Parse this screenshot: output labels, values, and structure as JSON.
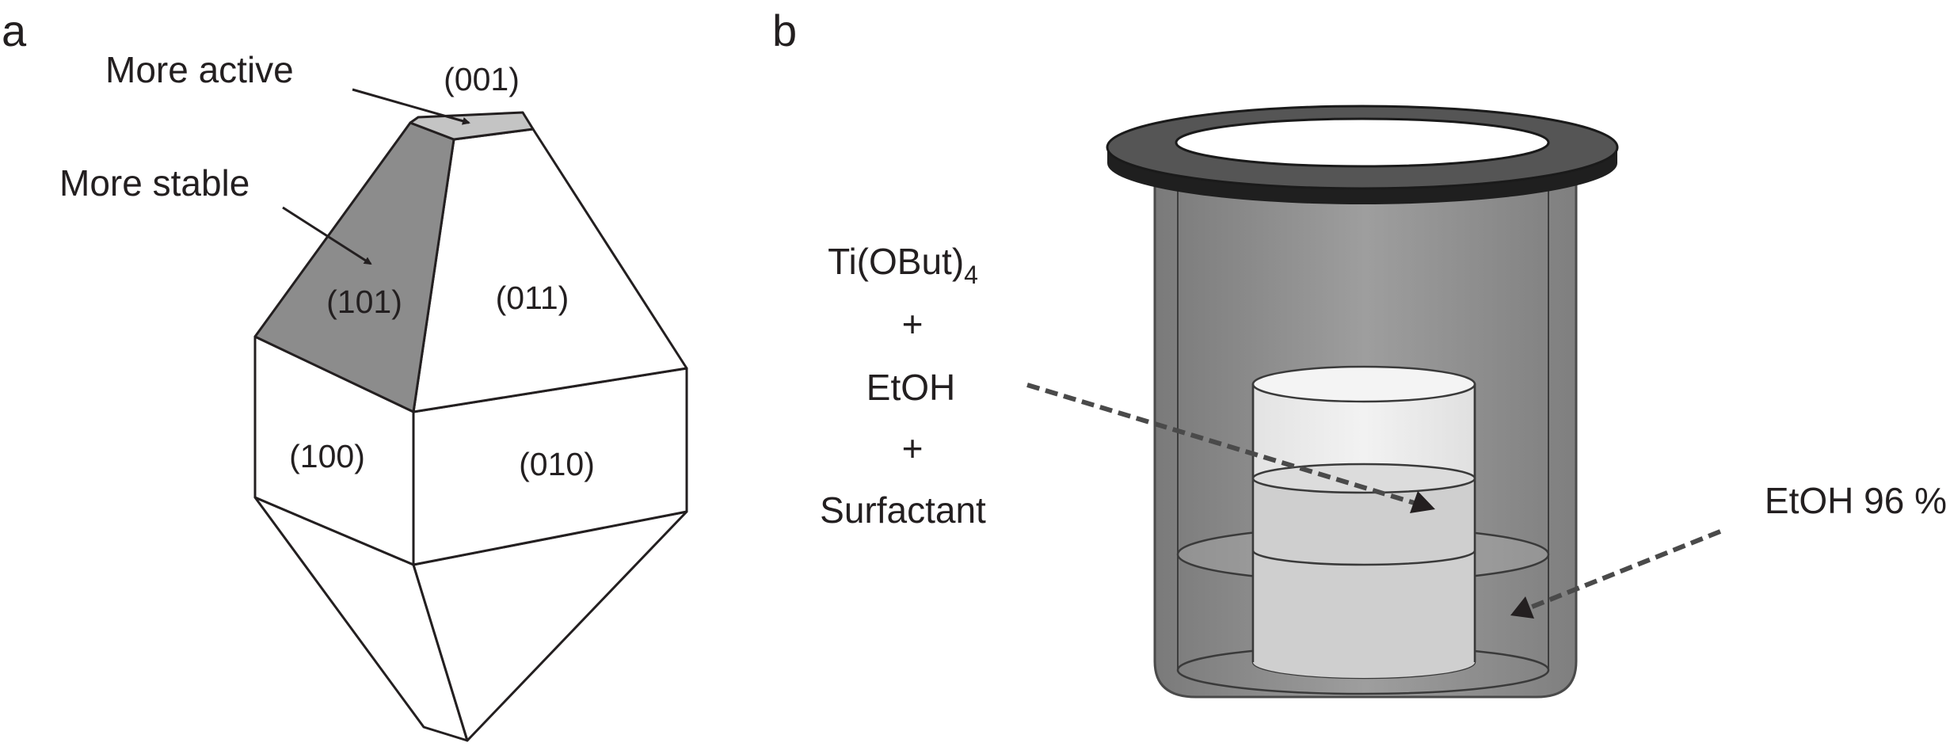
{
  "panel_a": {
    "label": "a",
    "annotations": {
      "active": "More active",
      "stable": "More stable"
    },
    "faces": {
      "f001": "(001)",
      "f101": "(101)",
      "f011": "(011)",
      "f100": "(100)",
      "f010": "(010)"
    },
    "colors": {
      "shaded_face": "#8c8c8c",
      "top_face": "#c4c4c4",
      "outline": "#231f20"
    }
  },
  "panel_b": {
    "label": "b",
    "reactants": {
      "precursor": "Ti(OBut)",
      "precursor_subscript": "4",
      "plus_1": "+",
      "solvent": "EtOH",
      "plus_2": "+",
      "additive": "Surfactant"
    },
    "outer_liquid": "EtOH 96 %",
    "colors": {
      "vessel": "#8a8a8a",
      "lid": "#3a3a3a",
      "inner_liquid": "#cfcfcf"
    }
  }
}
